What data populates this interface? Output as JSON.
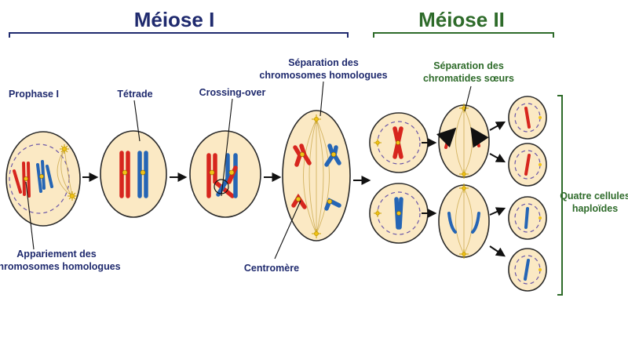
{
  "phases": {
    "meiosis_1": "Méiose I",
    "meiosis_2": "Méiose II"
  },
  "labels": {
    "prophase": "Prophase I",
    "tetrad": "Tétrade",
    "crossing_over": "Crossing-over",
    "homolog_sep_line1": "Séparation des",
    "homolog_sep_line2": "chromosomes homologues",
    "chromatid_sep_line1": "Séparation des",
    "chromatid_sep_line2": "chromatides sœurs",
    "pairing_line1": "Appariement des",
    "pairing_line2": "chromosomes homologues",
    "centromere": "Centromère",
    "result_line1": "Quatre cellules",
    "result_line2": "haploïdes"
  },
  "colors": {
    "maternal": "#d7261e",
    "paternal": "#2565b5",
    "meiosis_1": "#1f2a6e",
    "meiosis_2": "#2e6b2a",
    "cytoplasm": "#fbe9c4"
  }
}
